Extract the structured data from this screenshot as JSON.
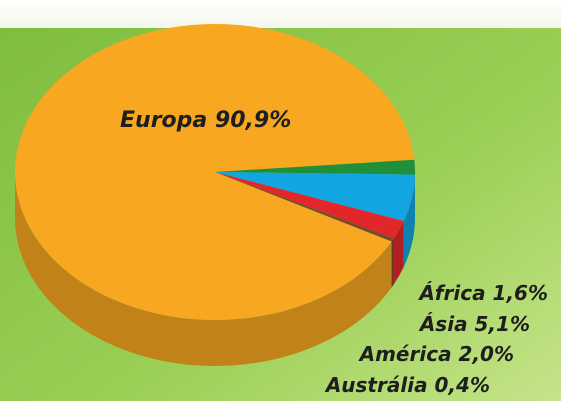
{
  "chart_data": {
    "type": "pie",
    "slices": [
      {
        "label": "Europa 90,9%",
        "category": "Europa",
        "value": 90.9,
        "color": "#f7a820"
      },
      {
        "label": "África 1,6%",
        "category": "África",
        "value": 1.6,
        "color": "#1f8f3a"
      },
      {
        "label": "Ásia 5,1%",
        "category": "Ásia",
        "value": 5.1,
        "color": "#12a5e2"
      },
      {
        "label": "América 2,0%",
        "category": "América",
        "value": 2.0,
        "color": "#e3262a"
      },
      {
        "label": "Austrália 0,4%",
        "category": "Austrália",
        "value": 0.4,
        "color": "#7a4a2a"
      }
    ]
  },
  "colors": {
    "background_top": "#ffffff",
    "background_green": "#8cc63f",
    "label_text": "#1e1e1e"
  }
}
